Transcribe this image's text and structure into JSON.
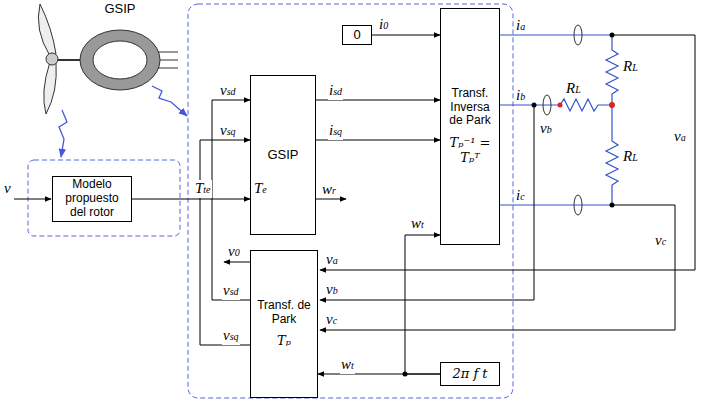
{
  "diagram": {
    "nodes": [
      {
        "text": [
          "GSIP"
        ]
      },
      {
        "text": [
          "Modelo propuesto del rotor"
        ]
      },
      {
        "text": [
          "GSIP"
        ]
      },
      {
        "text": [
          "0"
        ]
      },
      {
        "text": [
          "Transf. Inversa de Park",
          "Tₚ⁻¹ = Tₚᵀ"
        ]
      },
      {
        "text": [
          "Transf. de Park",
          "Tₚ"
        ]
      },
      {
        "text": [
          "2π f t"
        ]
      }
    ],
    "edges": [
      {
        "from": 1,
        "to": 2,
        "arrow": "to",
        "label": "Tte"
      },
      {
        "from": 3,
        "to": 4,
        "arrow": "to",
        "label": "i0"
      },
      {
        "from": 2,
        "to": 4,
        "arrow": "to",
        "label": "isd"
      },
      {
        "from": 2,
        "to": 4,
        "arrow": "to",
        "label": "isq"
      },
      {
        "from": 5,
        "to": 2,
        "arrow": "to",
        "label": "vsd"
      },
      {
        "from": 5,
        "to": 2,
        "arrow": "to",
        "label": "vsq"
      },
      {
        "from": 6,
        "to": 4,
        "arrow": "to",
        "label": "wt"
      },
      {
        "from": 6,
        "to": 5,
        "arrow": "to",
        "label": "wt"
      }
    ],
    "labels": [
      "v",
      "vsd",
      "vsq",
      "Te",
      "wr",
      "ia",
      "ib",
      "ic",
      "RL",
      "RL",
      "RL",
      "va",
      "vb",
      "vc",
      "va",
      "vb",
      "vc",
      "v0"
    ]
  }
}
